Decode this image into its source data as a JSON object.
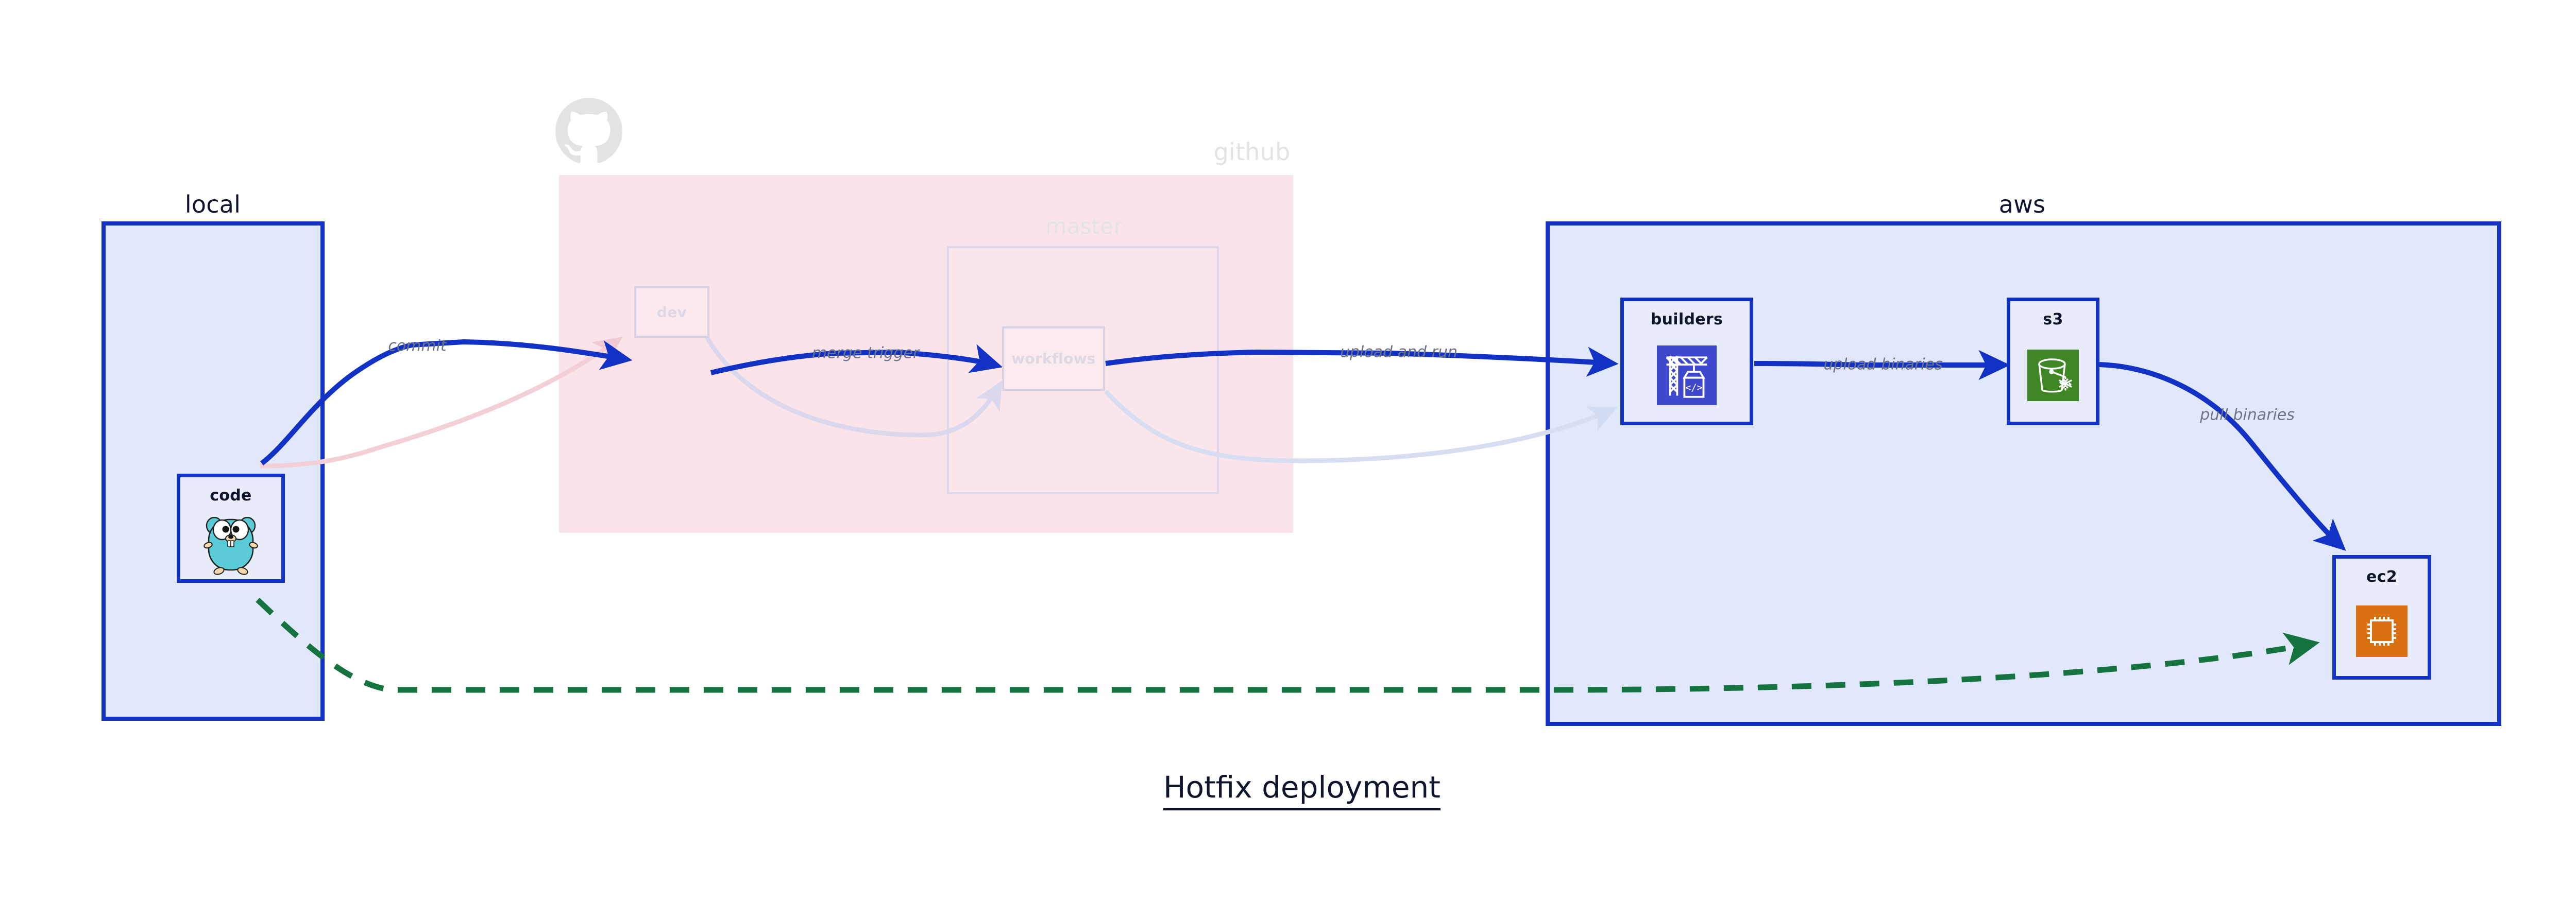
{
  "caption": "Hotfix deployment",
  "colors": {
    "node_border": "#1132c4",
    "node_fill": "#e9edfb",
    "group_fill_blue": "#e2e8fb",
    "group_fill_pink": "#fae4e9",
    "edge_blue": "#1132c4",
    "edge_green": "#15733f",
    "edge_label": "#6f7388",
    "faded_text": "#e3e3e3",
    "github_mark": "#e3e3e3",
    "icon_codebuild": "#3f48cc",
    "icon_s3": "#3f8624",
    "icon_ec2": "#d9700f",
    "gopher_body": "#5bcbd8"
  },
  "groups": [
    {
      "id": "local",
      "label": "local",
      "faded": false
    },
    {
      "id": "github",
      "label": "github",
      "faded": true
    },
    {
      "id": "aws",
      "label": "aws",
      "faded": false
    }
  ],
  "subgroups": [
    {
      "id": "master",
      "label": "master",
      "faded": true
    }
  ],
  "nodes": [
    {
      "id": "code",
      "label": "code",
      "icon": "go-gopher-icon",
      "faded": false
    },
    {
      "id": "dev",
      "label": "dev",
      "icon": "none",
      "faded": true
    },
    {
      "id": "workflows",
      "label": "workflows",
      "icon": "none",
      "faded": true
    },
    {
      "id": "builders",
      "label": "builders",
      "icon": "aws-codebuild-icon",
      "faded": false
    },
    {
      "id": "s3",
      "label": "s3",
      "icon": "aws-s3-icon",
      "faded": false
    },
    {
      "id": "ec2",
      "label": "ec2",
      "icon": "aws-ec2-icon",
      "faded": false
    }
  ],
  "edges": [
    {
      "id": "commit",
      "from": "code",
      "to": "dev",
      "label": "commit",
      "style": "solid",
      "color": "#1132c4"
    },
    {
      "id": "merge-trigger",
      "from": "dev",
      "to": "workflows",
      "label": "merge trigger",
      "style": "solid",
      "color": "#1132c4"
    },
    {
      "id": "upload-and-run",
      "from": "workflows",
      "to": "builders",
      "label": "upload and run",
      "style": "solid",
      "color": "#1132c4"
    },
    {
      "id": "upload-binaries",
      "from": "builders",
      "to": "s3",
      "label": "upload binaries",
      "style": "solid",
      "color": "#1132c4"
    },
    {
      "id": "pull-binaries",
      "from": "s3",
      "to": "ec2",
      "label": "pull binaries",
      "style": "solid",
      "color": "#1132c4"
    },
    {
      "id": "direct-deploy",
      "from": "code",
      "to": "ec2",
      "label": "",
      "style": "dashed",
      "color": "#15733f"
    }
  ],
  "ghost_edges": [
    {
      "id": "ghost-code-dev",
      "from": "code",
      "to": "dev",
      "color": "#f6dde3"
    },
    {
      "id": "ghost-dev-workflows",
      "from": "dev",
      "to": "workflows",
      "color": "#dfdcef"
    },
    {
      "id": "ghost-workflows-build",
      "from": "workflows",
      "to": "builders",
      "color": "#dde2f4"
    }
  ],
  "marks": [
    {
      "id": "github-octocat-icon",
      "label": "github-logo"
    }
  ]
}
